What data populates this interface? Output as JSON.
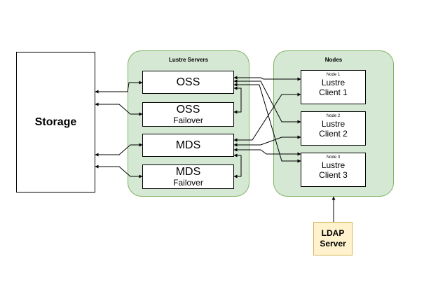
{
  "storage": {
    "label": "Storage"
  },
  "servers": {
    "title": "Lustre Servers",
    "oss": {
      "label": "OSS"
    },
    "oss_failover": {
      "label": "OSS",
      "sub": "Failover"
    },
    "mds": {
      "label": "MDS"
    },
    "mds_failover": {
      "label": "MDS",
      "sub": "Failover"
    }
  },
  "nodes": {
    "title": "Nodes",
    "clients": [
      {
        "node": "Node 1",
        "line1": "Lustre",
        "line2": "Client 1"
      },
      {
        "node": "Node 2",
        "line1": "Lustre",
        "line2": "Client 2"
      },
      {
        "node": "Node 3",
        "line1": "Lustre",
        "line2": "Client 3"
      }
    ]
  },
  "ldap": {
    "line1": "LDAP",
    "line2": "Server"
  },
  "colors": {
    "group_fill": "#d5e8d4",
    "group_stroke": "#82b366",
    "ldap_fill": "#fff2cc",
    "ldap_stroke": "#d6b656"
  }
}
